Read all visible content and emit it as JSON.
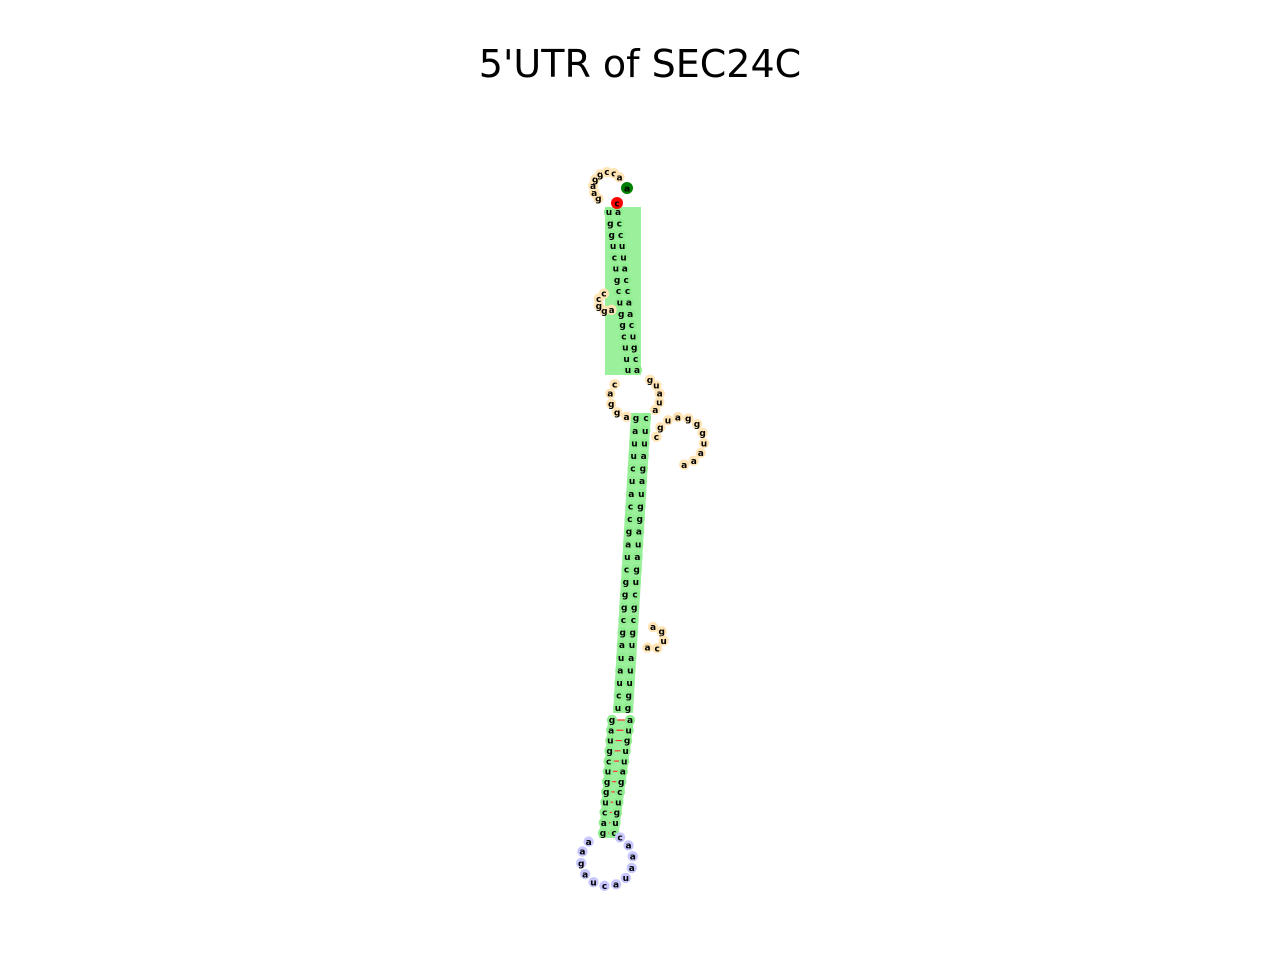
{
  "title": "5'UTR of SEC24C",
  "colors": {
    "stem": "#90ee90",
    "loop": "#ffe4b5",
    "hairpin": "#c8c8ff",
    "start": "#008000",
    "end": "#ff0000",
    "pair": "#ff3333",
    "outline": "#000000"
  },
  "structure": {
    "start_nt": "a",
    "end_nt": "c",
    "top_loop": [
      "g",
      "a",
      "a",
      "g",
      "g",
      "c",
      "c",
      "a"
    ],
    "stem_top_left": [
      "u",
      "g",
      "g",
      "u",
      "c",
      "u",
      "g",
      "c",
      "u",
      "g",
      "g",
      "c",
      "u",
      "u",
      "u"
    ],
    "stem_top_right": [
      "a",
      "c",
      "c",
      "u",
      "u",
      "a",
      "c",
      "c",
      "a",
      "a",
      "c",
      "u",
      "g",
      "c",
      "a"
    ],
    "side_bulge": [
      "a",
      "g",
      "g",
      "c",
      "c"
    ],
    "internal_loop_left": [
      "a",
      "g",
      "g",
      "a",
      "c"
    ],
    "internal_loop_right": [
      "g",
      "u",
      "a",
      "u",
      "a"
    ],
    "right_branch": [
      "c",
      "g",
      "u",
      "a",
      "g",
      "g",
      "g",
      "u",
      "a",
      "a",
      "a"
    ],
    "stem_mid_left": [
      "g",
      "a",
      "u",
      "u",
      "c",
      "u",
      "a",
      "c",
      "c",
      "g",
      "a",
      "u",
      "c",
      "g",
      "g",
      "g",
      "c",
      "g",
      "a",
      "u",
      "a",
      "u",
      "c",
      "u"
    ],
    "stem_mid_right": [
      "c",
      "u",
      "u",
      "a",
      "g",
      "a",
      "u",
      "g",
      "g",
      "a",
      "u",
      "a",
      "g",
      "u",
      "c",
      "g",
      "c",
      "g",
      "u",
      "a",
      "u",
      "u",
      "g",
      "g"
    ],
    "small_bulge": [
      "a",
      "g",
      "u",
      "c",
      "a"
    ],
    "stem_low_left": [
      "g",
      "a",
      "u",
      "g",
      "c",
      "u",
      "g",
      "g",
      "u",
      "c",
      "a",
      "g"
    ],
    "stem_low_right": [
      "a",
      "u",
      "g",
      "u",
      "u",
      "a",
      "g",
      "c",
      "u",
      "g",
      "u",
      "c"
    ],
    "hairpin_loop": [
      "c",
      "a",
      "a",
      "a",
      "u",
      "a",
      "c",
      "u",
      "a",
      "g",
      "a",
      "a"
    ]
  }
}
